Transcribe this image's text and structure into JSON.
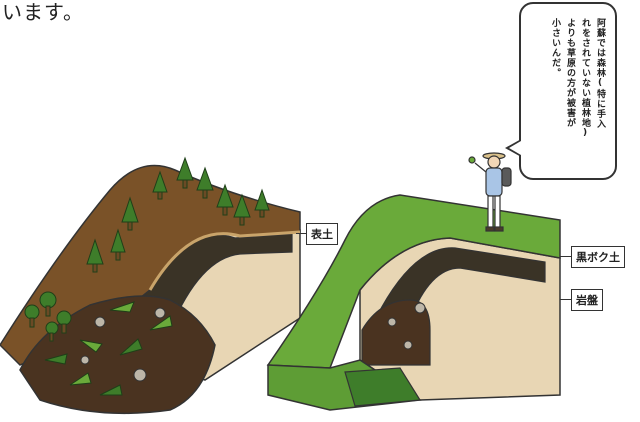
{
  "top_text": "います。",
  "speech_bubble": {
    "lines": [
      "阿蘇では森林(特に手入",
      "れをされていない植林地)",
      "よりも草原の方が被害が",
      "小さいんだ。"
    ]
  },
  "labels": {
    "topsoil": "表土",
    "kuroboku": "黒ボク土",
    "bedrock": "岩盤"
  },
  "colors": {
    "grass": "#6aaa3a",
    "grass_dark": "#3e7d2a",
    "soil_brown": "#7a5228",
    "kuroboku_dark": "#3a3326",
    "bedrock_tan": "#e8d6b4",
    "debris_dark": "#4a3320"
  }
}
